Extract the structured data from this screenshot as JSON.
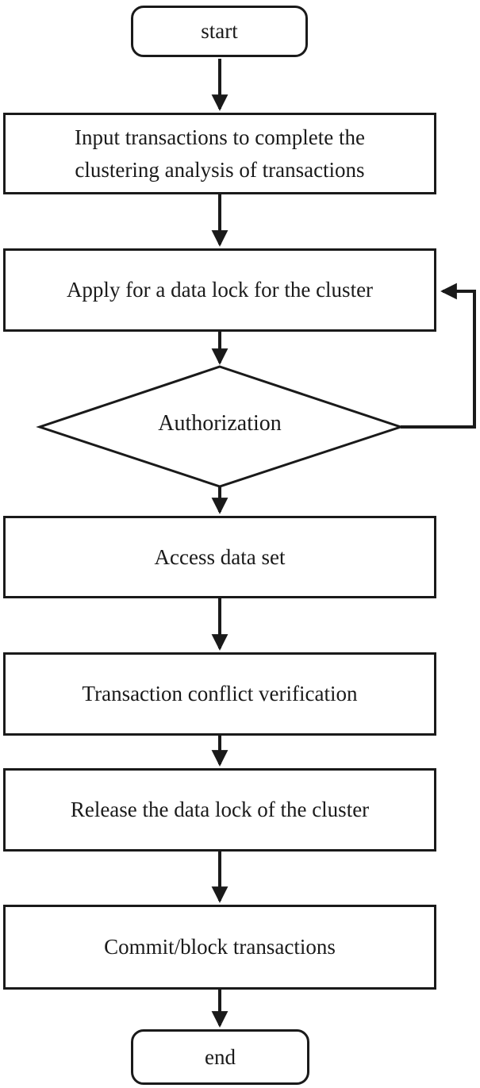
{
  "diagram": {
    "type": "flowchart",
    "nodes": {
      "start": {
        "label": "start",
        "shape": "terminator"
      },
      "input": {
        "label": "Input transactions to complete the clustering analysis of transactions",
        "shape": "process"
      },
      "apply": {
        "label": "Apply for a data lock for the cluster",
        "shape": "process"
      },
      "authorization": {
        "label": "Authorization",
        "shape": "decision"
      },
      "access": {
        "label": "Access data set",
        "shape": "process"
      },
      "verify": {
        "label": "Transaction conflict verification",
        "shape": "process"
      },
      "release": {
        "label": "Release the data lock of the cluster",
        "shape": "process"
      },
      "commit": {
        "label": "Commit/block transactions",
        "shape": "process"
      },
      "end": {
        "label": "end",
        "shape": "terminator"
      }
    },
    "edges": [
      {
        "from": "start",
        "to": "input"
      },
      {
        "from": "input",
        "to": "apply"
      },
      {
        "from": "apply",
        "to": "authorization"
      },
      {
        "from": "authorization",
        "to": "access"
      },
      {
        "from": "access",
        "to": "verify"
      },
      {
        "from": "verify",
        "to": "release"
      },
      {
        "from": "release",
        "to": "commit"
      },
      {
        "from": "commit",
        "to": "end"
      },
      {
        "from": "authorization",
        "to": "apply",
        "kind": "loop-back-right-side"
      }
    ],
    "colors": {
      "stroke": "#1a1a1a",
      "text": "#1a1a1a",
      "fill": "#ffffff"
    }
  }
}
